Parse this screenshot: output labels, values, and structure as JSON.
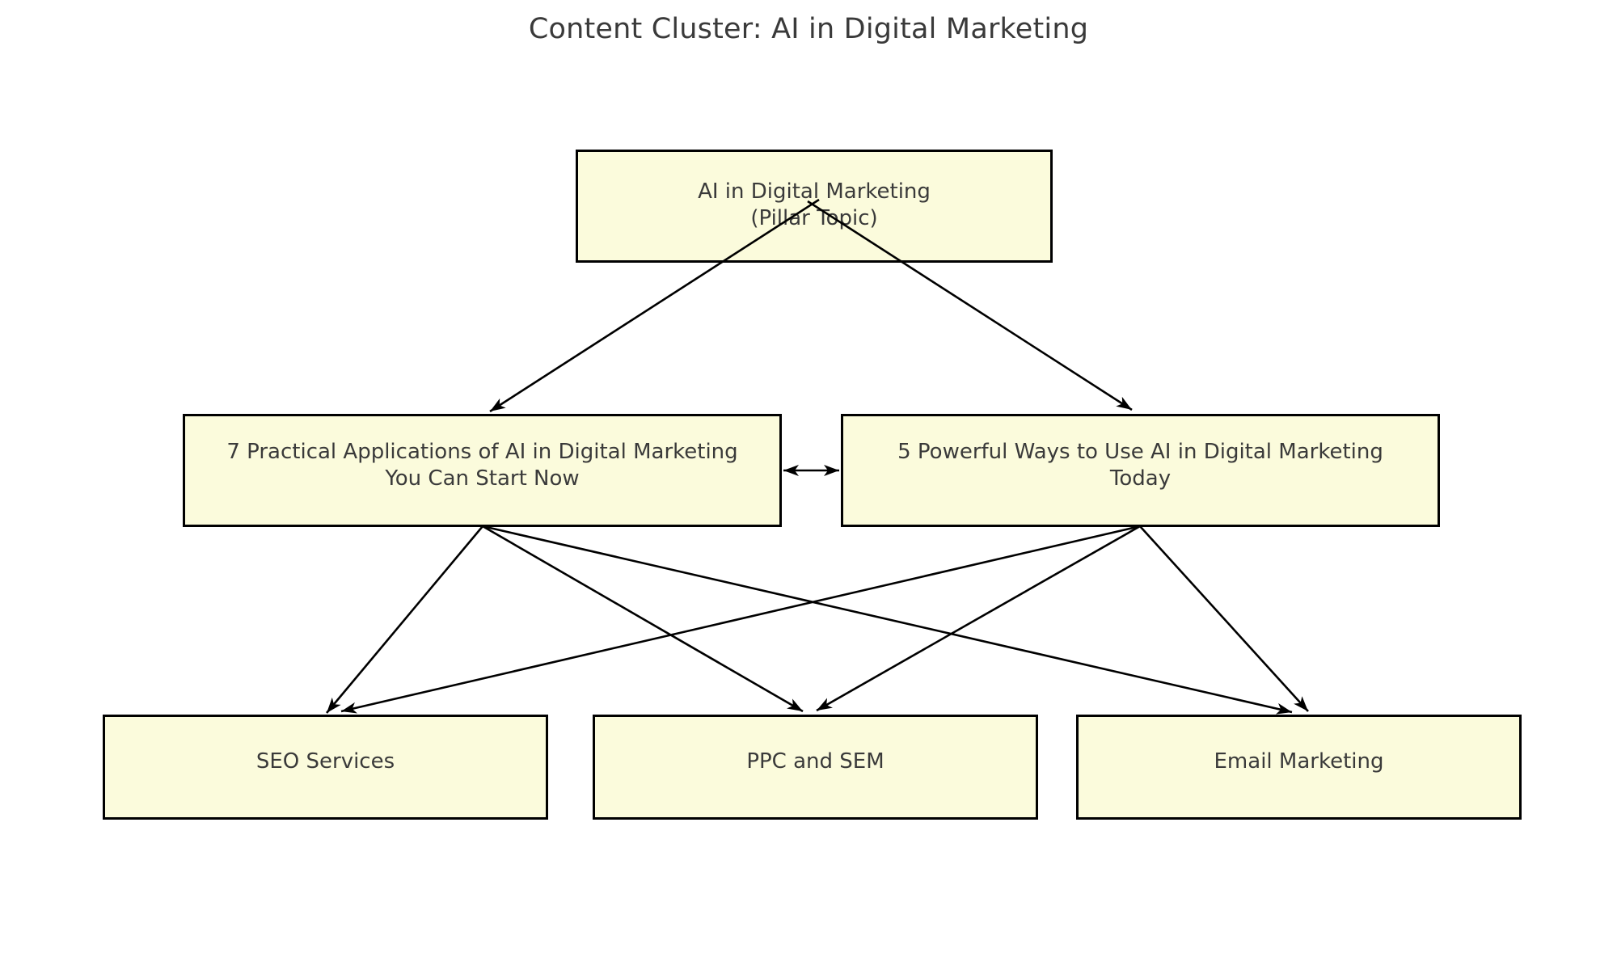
{
  "title": "Content Cluster: AI in Digital Marketing",
  "colors": {
    "background": "#ffffff",
    "node_fill": "#fbfbdc",
    "node_border": "#000000",
    "arrow": "#000000",
    "text": "#3a3a3a"
  },
  "diagram": {
    "type": "content-cluster-diagram",
    "nodes": [
      {
        "id": "pillar",
        "label": "AI in Digital Marketing\n(Pillar Topic)",
        "role": "pillar-topic"
      },
      {
        "id": "cluster-left",
        "label": "7 Practical Applications of AI in Digital Marketing\nYou Can Start Now",
        "role": "cluster-article"
      },
      {
        "id": "cluster-right",
        "label": "5 Powerful Ways to Use AI in Digital Marketing\nToday",
        "role": "cluster-article"
      },
      {
        "id": "seo",
        "label": "SEO Services",
        "role": "service-page"
      },
      {
        "id": "ppc",
        "label": "PPC and SEM",
        "role": "service-page"
      },
      {
        "id": "email",
        "label": "Email Marketing",
        "role": "service-page"
      }
    ],
    "edges": [
      {
        "from": "pillar",
        "to": "cluster-left",
        "direction": "one-way"
      },
      {
        "from": "pillar",
        "to": "cluster-right",
        "direction": "one-way"
      },
      {
        "from": "cluster-left",
        "to": "cluster-right",
        "direction": "two-way"
      },
      {
        "from": "cluster-left",
        "to": "seo",
        "direction": "one-way"
      },
      {
        "from": "cluster-left",
        "to": "ppc",
        "direction": "one-way"
      },
      {
        "from": "cluster-left",
        "to": "email",
        "direction": "one-way"
      },
      {
        "from": "cluster-right",
        "to": "seo",
        "direction": "one-way"
      },
      {
        "from": "cluster-right",
        "to": "ppc",
        "direction": "one-way"
      },
      {
        "from": "cluster-right",
        "to": "email",
        "direction": "one-way"
      }
    ]
  }
}
